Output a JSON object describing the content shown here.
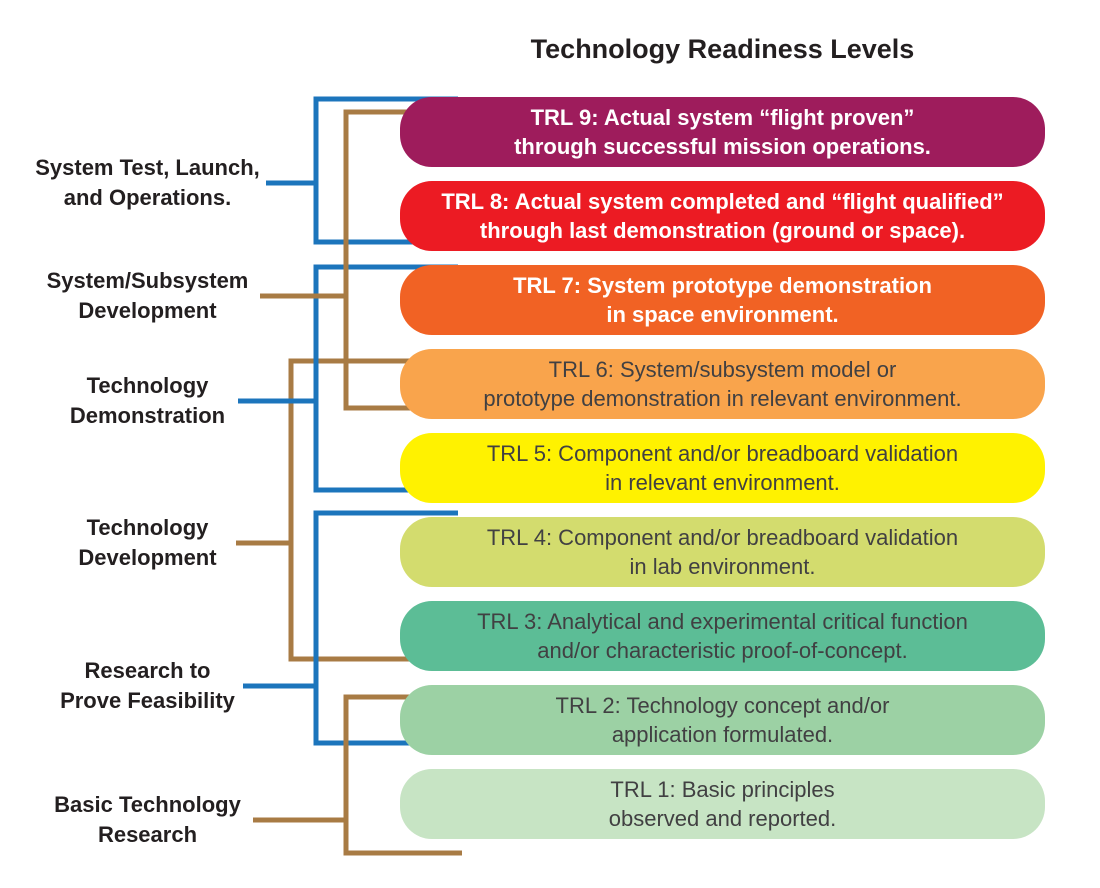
{
  "title": "Technology Readiness Levels",
  "colors": {
    "bracket_blue": "#1C75BC",
    "bracket_brown": "#A87B44",
    "title_text": "#231F20",
    "phase_label_text": "#231F20",
    "bar_text_light": "#FFFFFF",
    "bar_text_dark": "#414042"
  },
  "phases": [
    {
      "line1": "System Test, Launch,",
      "line2": "and Operations.",
      "bracket": "blue",
      "bracket_span": "TRL 9 - TRL 8"
    },
    {
      "line1": "System/Subsystem",
      "line2": "Development",
      "bracket": "brown",
      "bracket_span": "TRL 9 - TRL 6"
    },
    {
      "line1": "Technology",
      "line2": "Demonstration",
      "bracket": "blue",
      "bracket_span": "TRL 7 - TRL 5"
    },
    {
      "line1": "Technology",
      "line2": "Development",
      "bracket": "brown",
      "bracket_span": "TRL 6 - TRL 3"
    },
    {
      "line1": "Research to",
      "line2": "Prove Feasibility",
      "bracket": "blue",
      "bracket_span": "TRL 4 - TRL 2"
    },
    {
      "line1": "Basic Technology",
      "line2": "Research",
      "bracket": "brown",
      "bracket_span": "TRL 2 - TRL 1"
    }
  ],
  "levels": [
    {
      "name": "TRL 9",
      "line1": "TRL 9: Actual system “flight proven”",
      "line2": "through successful mission operations.",
      "bar_color": "#9E1C5C",
      "text_color": "#FFFFFF"
    },
    {
      "name": "TRL 8",
      "line1": "TRL 8: Actual system completed and “flight qualified”",
      "line2": "through last demonstration (ground or space).",
      "bar_color": "#EC1B23",
      "text_color": "#FFFFFF"
    },
    {
      "name": "TRL 7",
      "line1": "TRL 7: System prototype demonstration",
      "line2": "in space environment.",
      "bar_color": "#F16224",
      "text_color": "#FFFFFF"
    },
    {
      "name": "TRL 6",
      "line1": "TRL 6: System/subsystem model or",
      "line2": "prototype demonstration in relevant environment.",
      "bar_color": "#F9A44C",
      "text_color": "#414042"
    },
    {
      "name": "TRL 5",
      "line1": "TRL 5: Component and/or breadboard validation",
      "line2": "in relevant environment.",
      "bar_color": "#FFF200",
      "text_color": "#414042"
    },
    {
      "name": "TRL 4",
      "line1": "TRL 4: Component and/or breadboard validation",
      "line2": "in lab environment.",
      "bar_color": "#D3DC6E",
      "text_color": "#414042"
    },
    {
      "name": "TRL 3",
      "line1": "TRL 3: Analytical and experimental critical function",
      "line2": "and/or characteristic proof-of-concept.",
      "bar_color": "#5CBD96",
      "text_color": "#414042"
    },
    {
      "name": "TRL 2",
      "line1": "TRL 2: Technology concept and/or",
      "line2": "application formulated.",
      "bar_color": "#9CD1A4",
      "text_color": "#414042"
    },
    {
      "name": "TRL 1",
      "line1": "TRL 1: Basic principles",
      "line2": "observed and reported.",
      "bar_color": "#C7E4C4",
      "text_color": "#414042"
    }
  ]
}
